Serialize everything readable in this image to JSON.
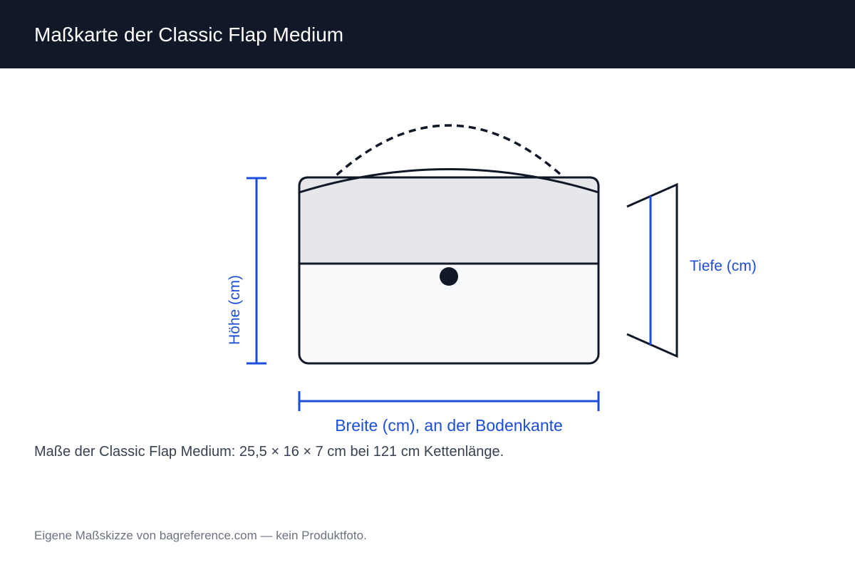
{
  "header": {
    "title": "Maßkarte der Classic Flap Medium"
  },
  "diagram": {
    "height_label": "Höhe (cm)",
    "width_label": "Breite (cm), an der Bodenkante",
    "depth_label": "Tiefe (cm)"
  },
  "caption": "Maße der Classic Flap Medium: 25,5 × 16 × 7 cm bei 121 cm Kettenlänge.",
  "footer": "Eigene Maßskizze von bagreference.com — kein Produktfoto.",
  "colors": {
    "header_bg": "#111827",
    "outline": "#111827",
    "dimension": "#1d4ed8",
    "flap_fill": "#e5e7eb",
    "body_fill": "#f8fafc"
  }
}
